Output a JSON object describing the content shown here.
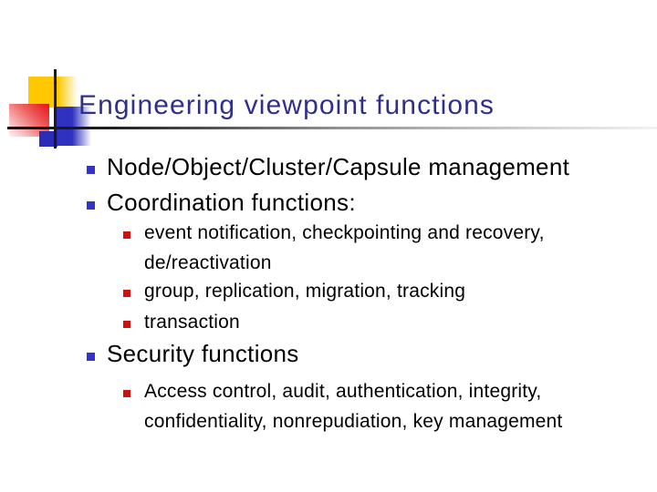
{
  "slide": {
    "title": "Engineering viewpoint functions",
    "bullets": [
      {
        "level": 1,
        "text": "Node/Object/Cluster/Capsule management"
      },
      {
        "level": 1,
        "text": "Coordination functions:"
      },
      {
        "level": 2,
        "text": "event notification, checkpointing and recovery, de/reactivation"
      },
      {
        "level": 2,
        "text": "group, replication, migration, tracking"
      },
      {
        "level": 2,
        "text": "transaction"
      },
      {
        "level": 1,
        "text": "Security functions"
      },
      {
        "level": 2,
        "text": "Access control, audit, authentication, integrity, confidentiality, nonrepudiation, key management"
      }
    ],
    "colors": {
      "title_text": "#2f2f8d",
      "body_text": "#000000",
      "bullet_level1": "#3333cc",
      "bullet_level2": "#cc1111",
      "decoration_yellow": "#ffc800",
      "decoration_red": "#e61212",
      "decoration_blue": "#2f31c0",
      "underline_dark": "#1c1c1c",
      "underline_light": "#f2f2f2"
    }
  }
}
